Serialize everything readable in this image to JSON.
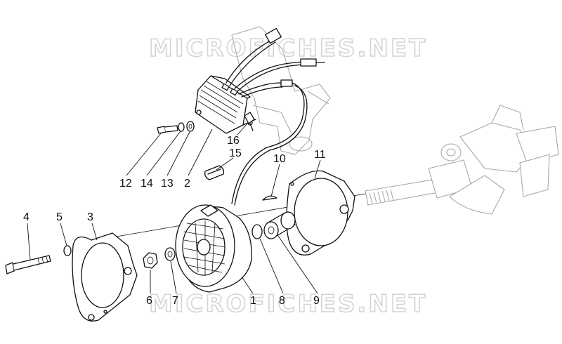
{
  "watermark": {
    "top": "MICROFICHES.NET",
    "bottom": "MICROFICHES.NET"
  },
  "callouts": [
    "1",
    "2",
    "3",
    "4",
    "5",
    "6",
    "7",
    "8",
    "9",
    "10",
    "11",
    "12",
    "13",
    "14",
    "15",
    "16"
  ],
  "colors": {
    "line": "#111111",
    "ghost_part": "#a8a8a8",
    "watermark": "#d4d4d4",
    "background": "#ffffff"
  }
}
